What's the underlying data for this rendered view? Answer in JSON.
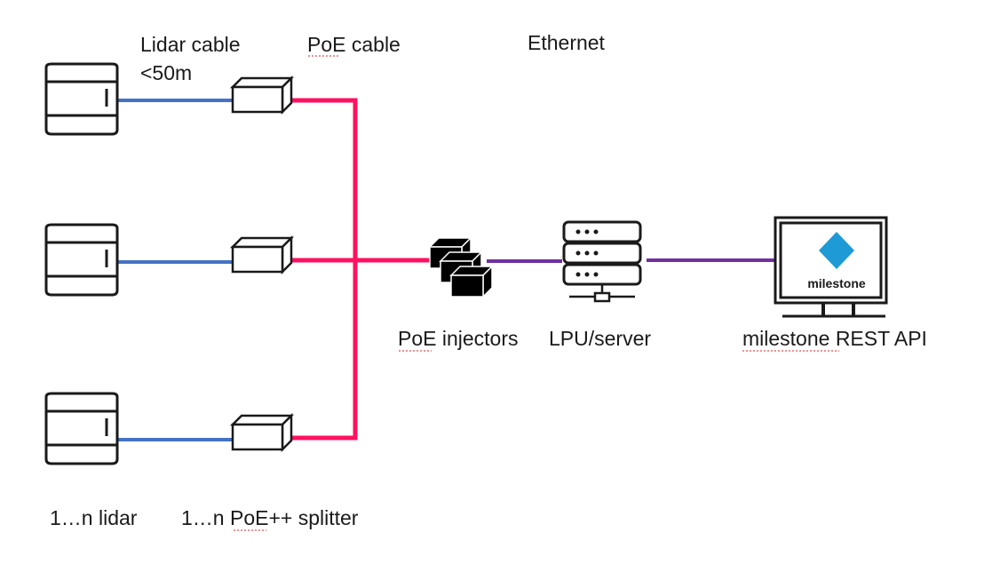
{
  "labels": {
    "lidar_cable": "Lidar cable",
    "lidar_cable_length": "<50m",
    "poe_cable": "PoE cable",
    "ethernet": "Ethernet",
    "poe_injectors": "PoE injectors",
    "lpu_server": "LPU/server",
    "milestone_api": "milestone REST API",
    "lidar_count": "1…n lidar",
    "splitter_count": "1…n PoE++ splitter",
    "milestone_logo_text": "milestone"
  },
  "colors": {
    "lidar_cable": "#4472c4",
    "poe_cable": "#ff1060",
    "ethernet": "#7030a0",
    "milestone_brand": "#1e9ad6"
  },
  "icons": {
    "lidar": "lidar-icon",
    "splitter": "poe-splitter-icon",
    "injector": "poe-injector-icon",
    "server": "server-icon",
    "monitor": "monitor-icon"
  }
}
